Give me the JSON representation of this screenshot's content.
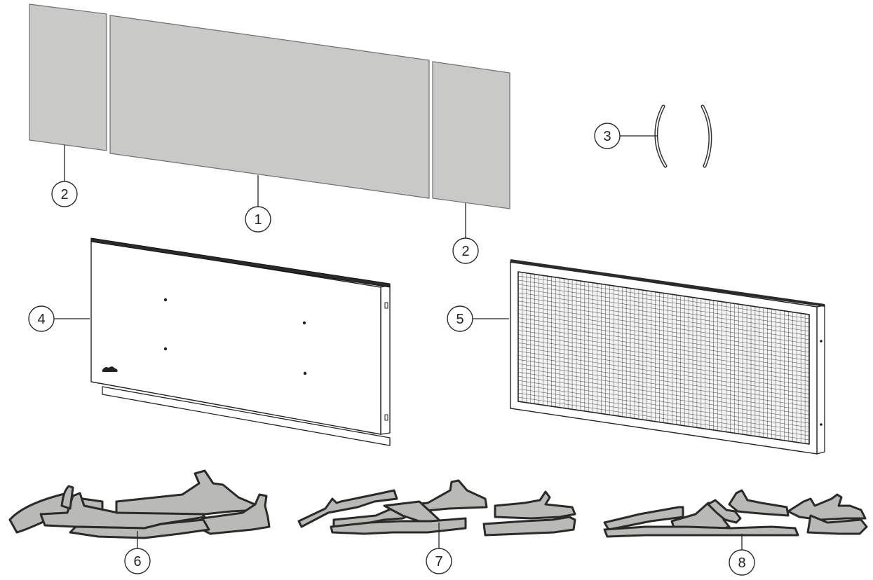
{
  "callouts": [
    {
      "label": "1"
    },
    {
      "label": "2"
    },
    {
      "label": "2"
    },
    {
      "label": "3"
    },
    {
      "label": "4"
    },
    {
      "label": "5"
    },
    {
      "label": "6"
    },
    {
      "label": "7"
    },
    {
      "label": "8"
    }
  ],
  "colors": {
    "panel_fill": "#c9c9c7",
    "log_fill": "#b9b9b6",
    "outline": "#2a2a2a",
    "background": "#ffffff"
  }
}
